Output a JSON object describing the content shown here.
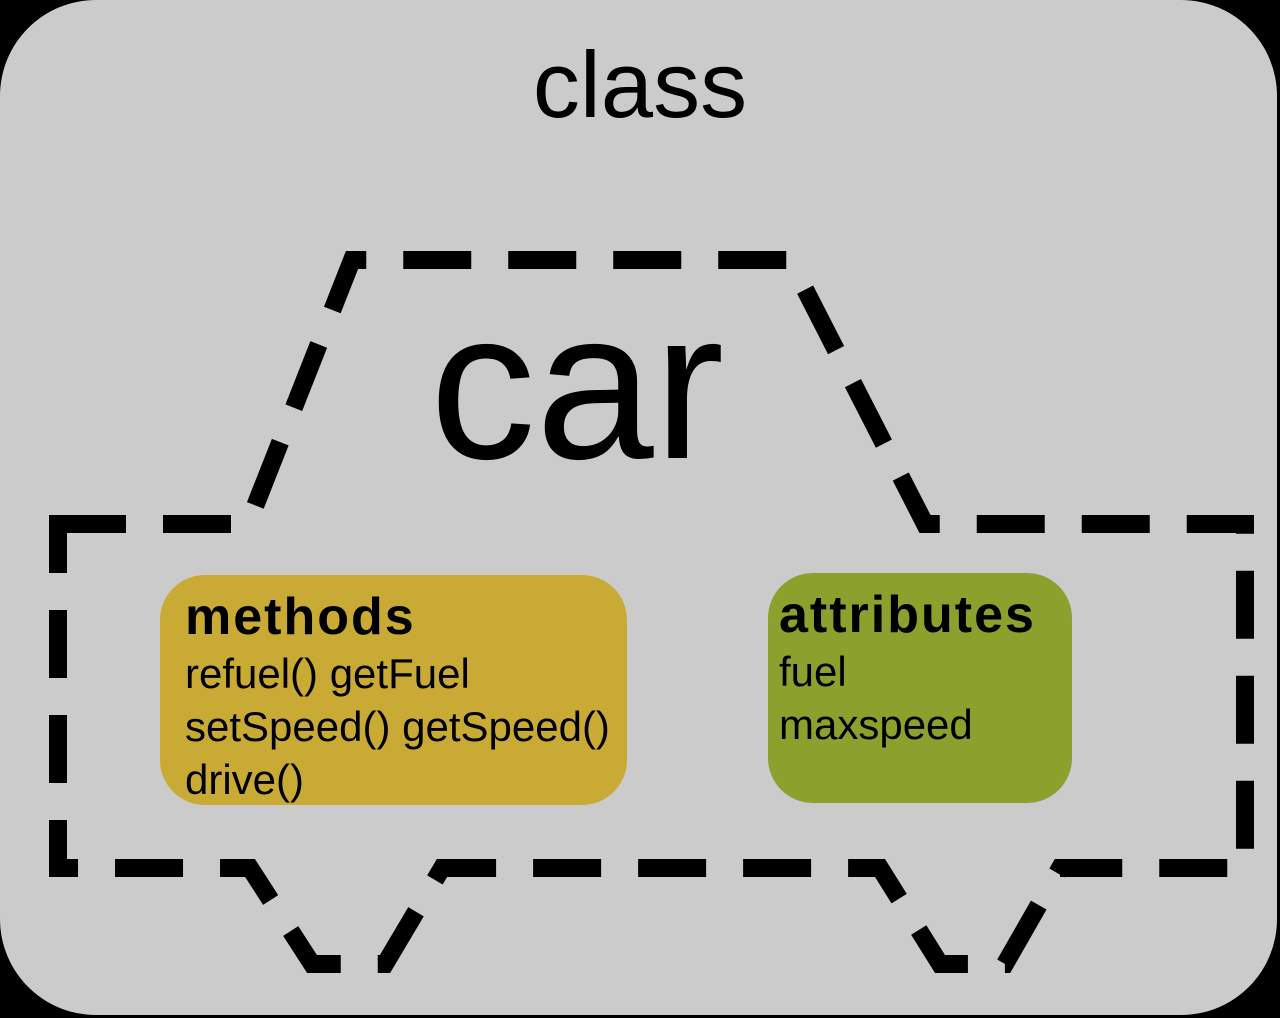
{
  "title": "class",
  "car_label": "car",
  "methods_box": {
    "title": "methods",
    "items": [
      "refuel() getFuel",
      "setSpeed() getSpeed()",
      "drive()"
    ]
  },
  "attributes_box": {
    "title": "attributes",
    "items": [
      "fuel",
      "maxspeed"
    ]
  },
  "colors": {
    "page_background": "#000000",
    "canvas_fill": "#CBCBCB",
    "outline_stroke": "#000000",
    "methods_fill": "#C9AA35",
    "attributes_fill": "#8BA12E",
    "text": "#000000"
  }
}
